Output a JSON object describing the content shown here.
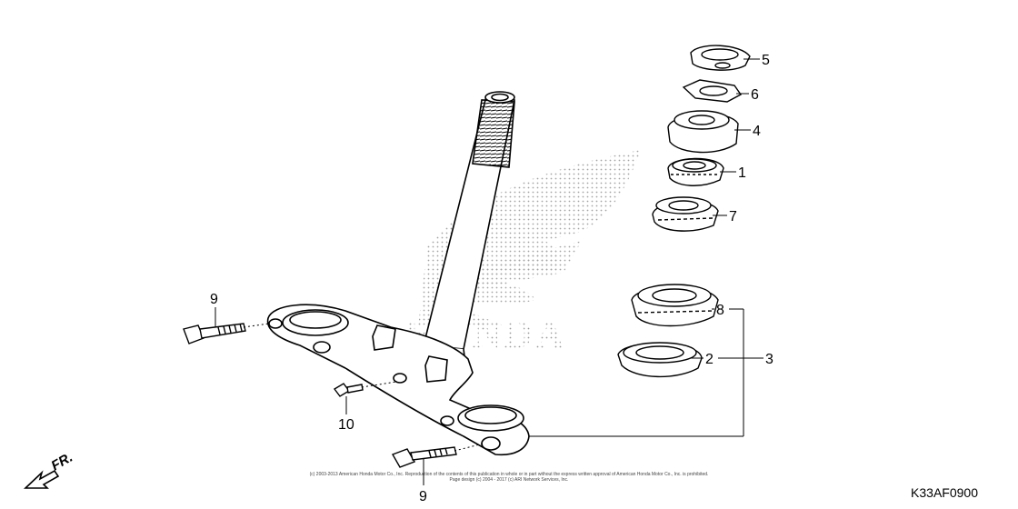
{
  "diagram": {
    "watermark": "HONDA",
    "code": "K33AF0900",
    "front_indicator": "FR.",
    "copyright_line1": "(c) 2003-2013 American Honda Motor Co., Inc. Reproduction of the contents of this publication in whole or in part without the express written approval of American Honda Motor Co., Inc. is prohibited.",
    "copyright_line2": "Page design (c) 2004 - 2017 (c) ARI Network Services, Inc.",
    "callouts": {
      "c1": "1",
      "c2": "2",
      "c3": "3",
      "c4": "4",
      "c5": "5",
      "c6": "6",
      "c7": "7",
      "c8": "8",
      "c9a": "9",
      "c9b": "9",
      "c10": "10"
    }
  }
}
